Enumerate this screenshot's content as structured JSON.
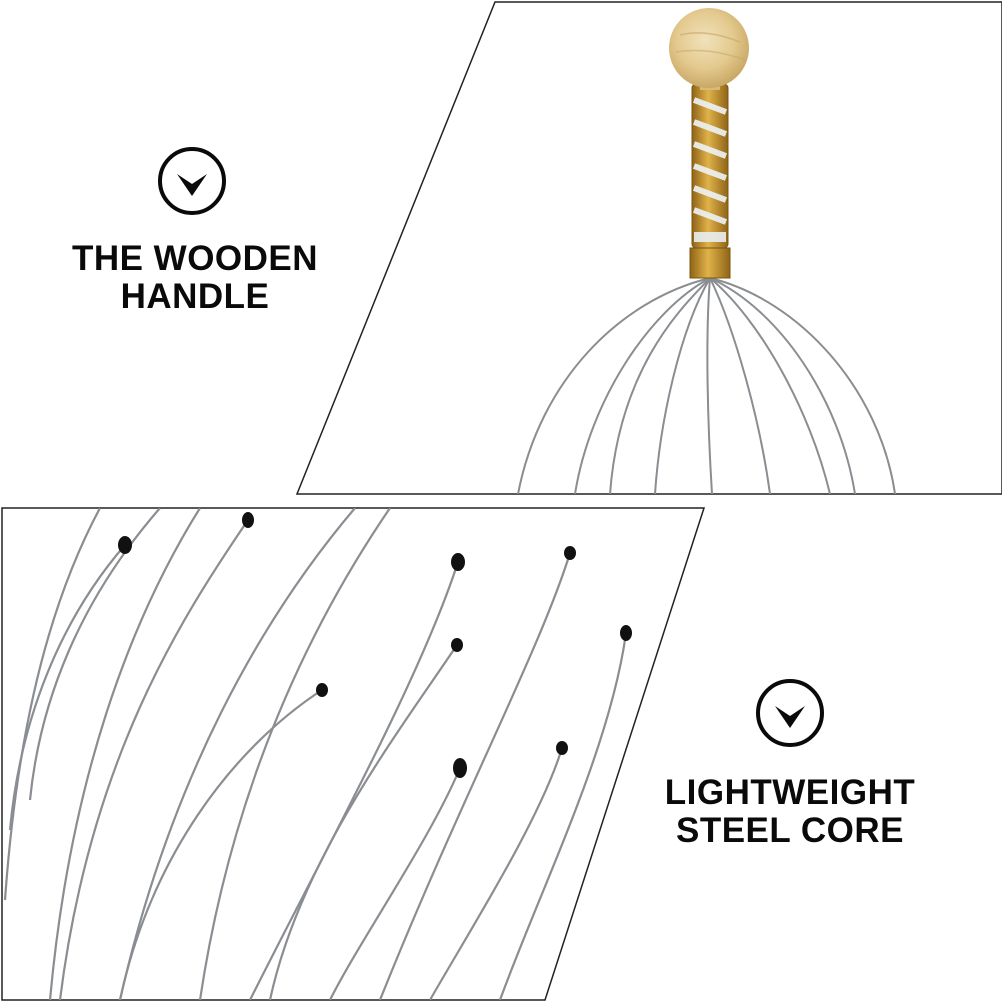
{
  "top_feature": {
    "title": "THE WOODEN HANDLE",
    "line1": "THE WOODEN",
    "line2": "HANDLE",
    "icon": "chevron-down-circle-icon"
  },
  "bottom_feature": {
    "title": "LIGHTWEIGHT STEEL CORE",
    "line1": "LIGHTWEIGHT",
    "line2": "STEEL CORE",
    "icon": "chevron-down-circle-icon"
  },
  "colors": {
    "background": "#ffffff",
    "text": "#0a0a0a",
    "panel_border": "#222222",
    "wood": "#e6cf9a",
    "gold": "#c9962a",
    "steel": "#8a8d91",
    "bead": "#111111"
  }
}
